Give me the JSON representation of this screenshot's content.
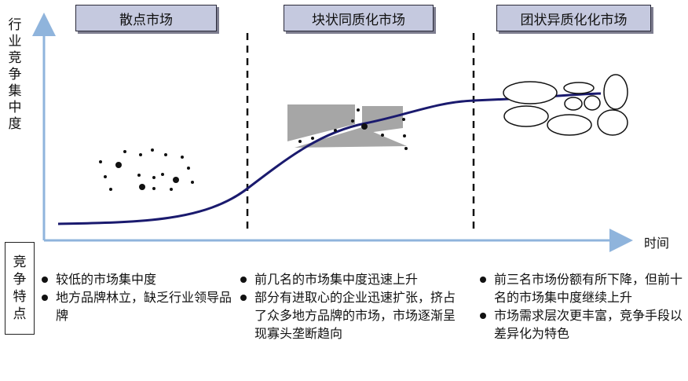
{
  "stages": [
    {
      "label": "散点市场"
    },
    {
      "label": "块状同质化市场"
    },
    {
      "label": "团状异质化化市场"
    }
  ],
  "axes": {
    "y_label": "行业竞争集中度",
    "x_label": "时间"
  },
  "features": {
    "label": "竞争特点",
    "columns": [
      {
        "items": [
          "较低的市场集中度",
          "地方品牌林立，缺乏行业领导品牌"
        ]
      },
      {
        "items": [
          "前几名的市场集中度迅速上升",
          "部分有进取心的企业迅速扩张，挤占了众多地方品牌的市场，市场逐渐呈现寡头垄断趋向"
        ]
      },
      {
        "items": [
          "前三名市场份额有所下降，但前十名的市场集中度继续上升",
          "市场需求层次更丰富，竞争手段以差异化为特色"
        ]
      }
    ]
  },
  "colors": {
    "stage_box_fill": "#c5c9df",
    "axis": "#8fb4dc",
    "curve": "#1a1a6e",
    "block_gray": "#a6a6a6"
  }
}
